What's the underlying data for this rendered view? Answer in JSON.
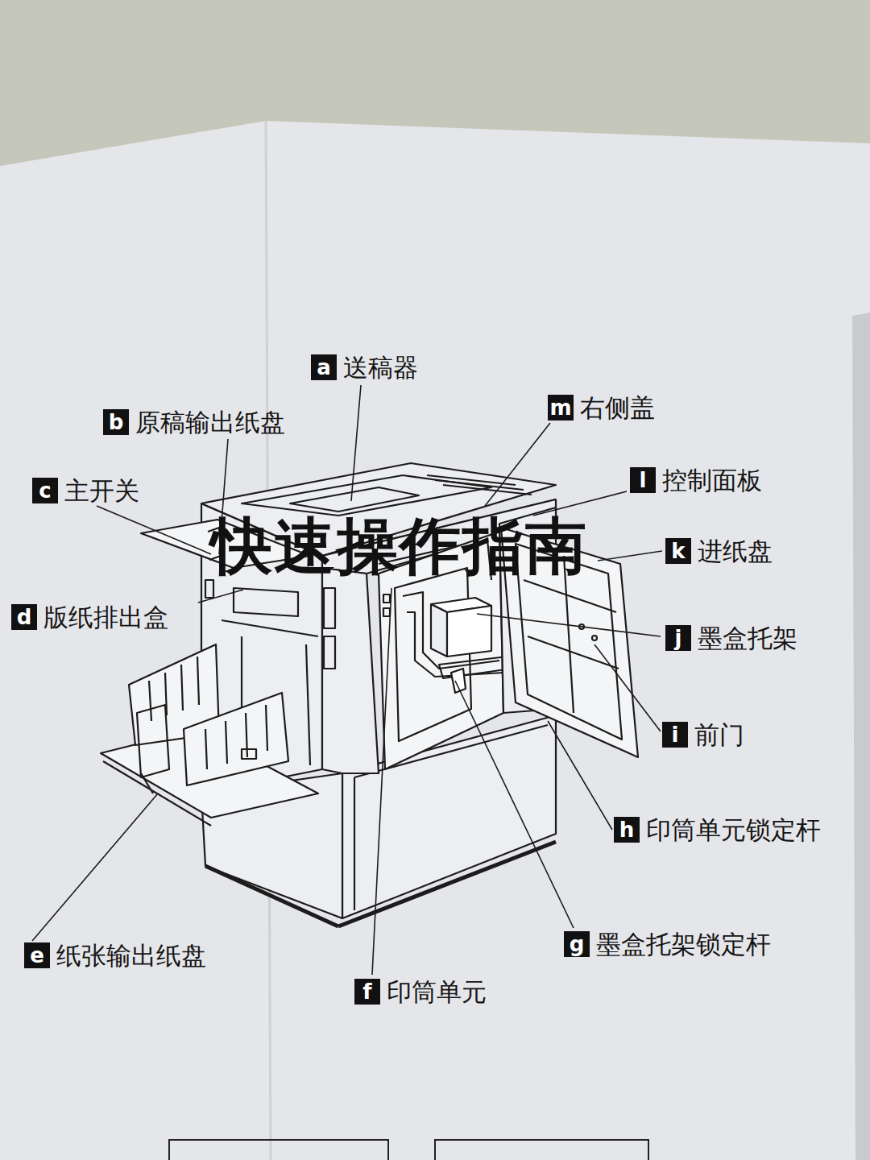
{
  "diagram": {
    "title": "快速操作指南",
    "nodes": [
      {
        "text": [
          "a",
          "送稿器"
        ]
      },
      {
        "text": [
          "b",
          "原稿输出纸盘"
        ]
      },
      {
        "text": [
          "m",
          "右侧盖"
        ]
      },
      {
        "text": [
          "c",
          "主开关"
        ]
      },
      {
        "text": [
          "l",
          "控制面板"
        ]
      },
      {
        "text": [
          "k",
          "进纸盘"
        ]
      },
      {
        "text": [
          "d",
          "版纸排出盒"
        ]
      },
      {
        "text": [
          "j",
          "墨盒托架"
        ]
      },
      {
        "text": [
          "i",
          "前门"
        ]
      },
      {
        "text": [
          "h",
          "印筒单元锁定杆"
        ]
      },
      {
        "text": [
          "g",
          "墨盒托架锁定杆"
        ]
      },
      {
        "text": [
          "e",
          "纸张输出纸盘"
        ]
      },
      {
        "text": [
          "f",
          "印筒单元"
        ]
      }
    ]
  }
}
